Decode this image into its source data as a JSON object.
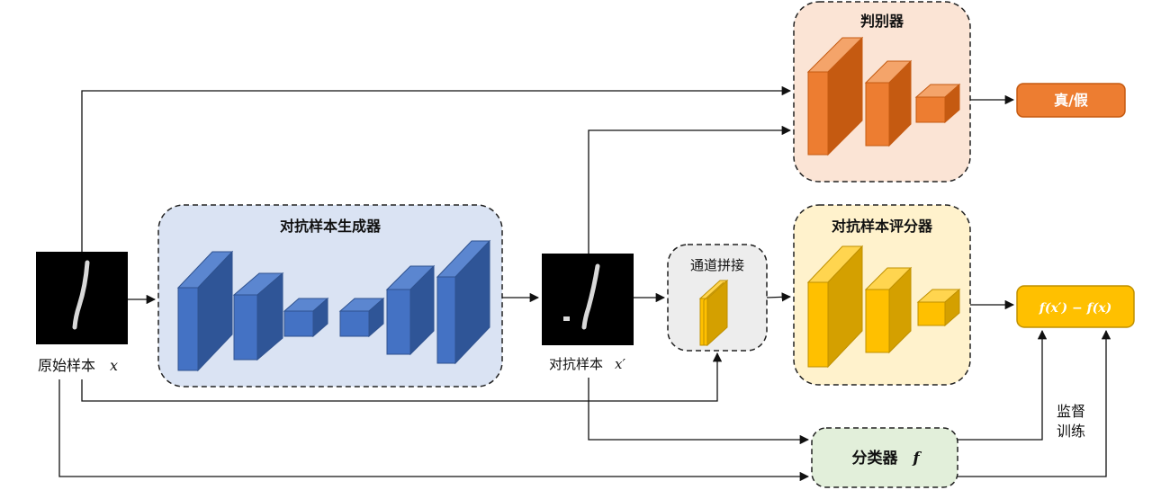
{
  "diagram": {
    "original_sample_label": "原始样本",
    "original_sample_symbol": "x",
    "adversarial_sample_label": "对抗样本",
    "adversarial_sample_symbol": "x′",
    "generator_title": "对抗样本生成器",
    "discriminator_title": "判别器",
    "concat_title": "通道拼接",
    "scorer_title": "对抗样本评分器",
    "classifier_label": "分类器",
    "classifier_symbol": "f",
    "real_fake_label": "真/假",
    "score_formula": "f(x′) − f(x)",
    "supervision_line1": "监督",
    "supervision_line2": "训练"
  },
  "colors": {
    "generator_fill": "#dae3f3",
    "generator_block": "#4472c4",
    "discriminator_fill": "#fbe4d5",
    "discriminator_block": "#ed7d31",
    "scorer_fill": "#fff2cc",
    "scorer_block": "#ffc000",
    "concat_fill": "#ededed",
    "classifier_fill": "#e2efda",
    "output_orange": "#ed7d31",
    "output_yellow": "#ffc000"
  }
}
